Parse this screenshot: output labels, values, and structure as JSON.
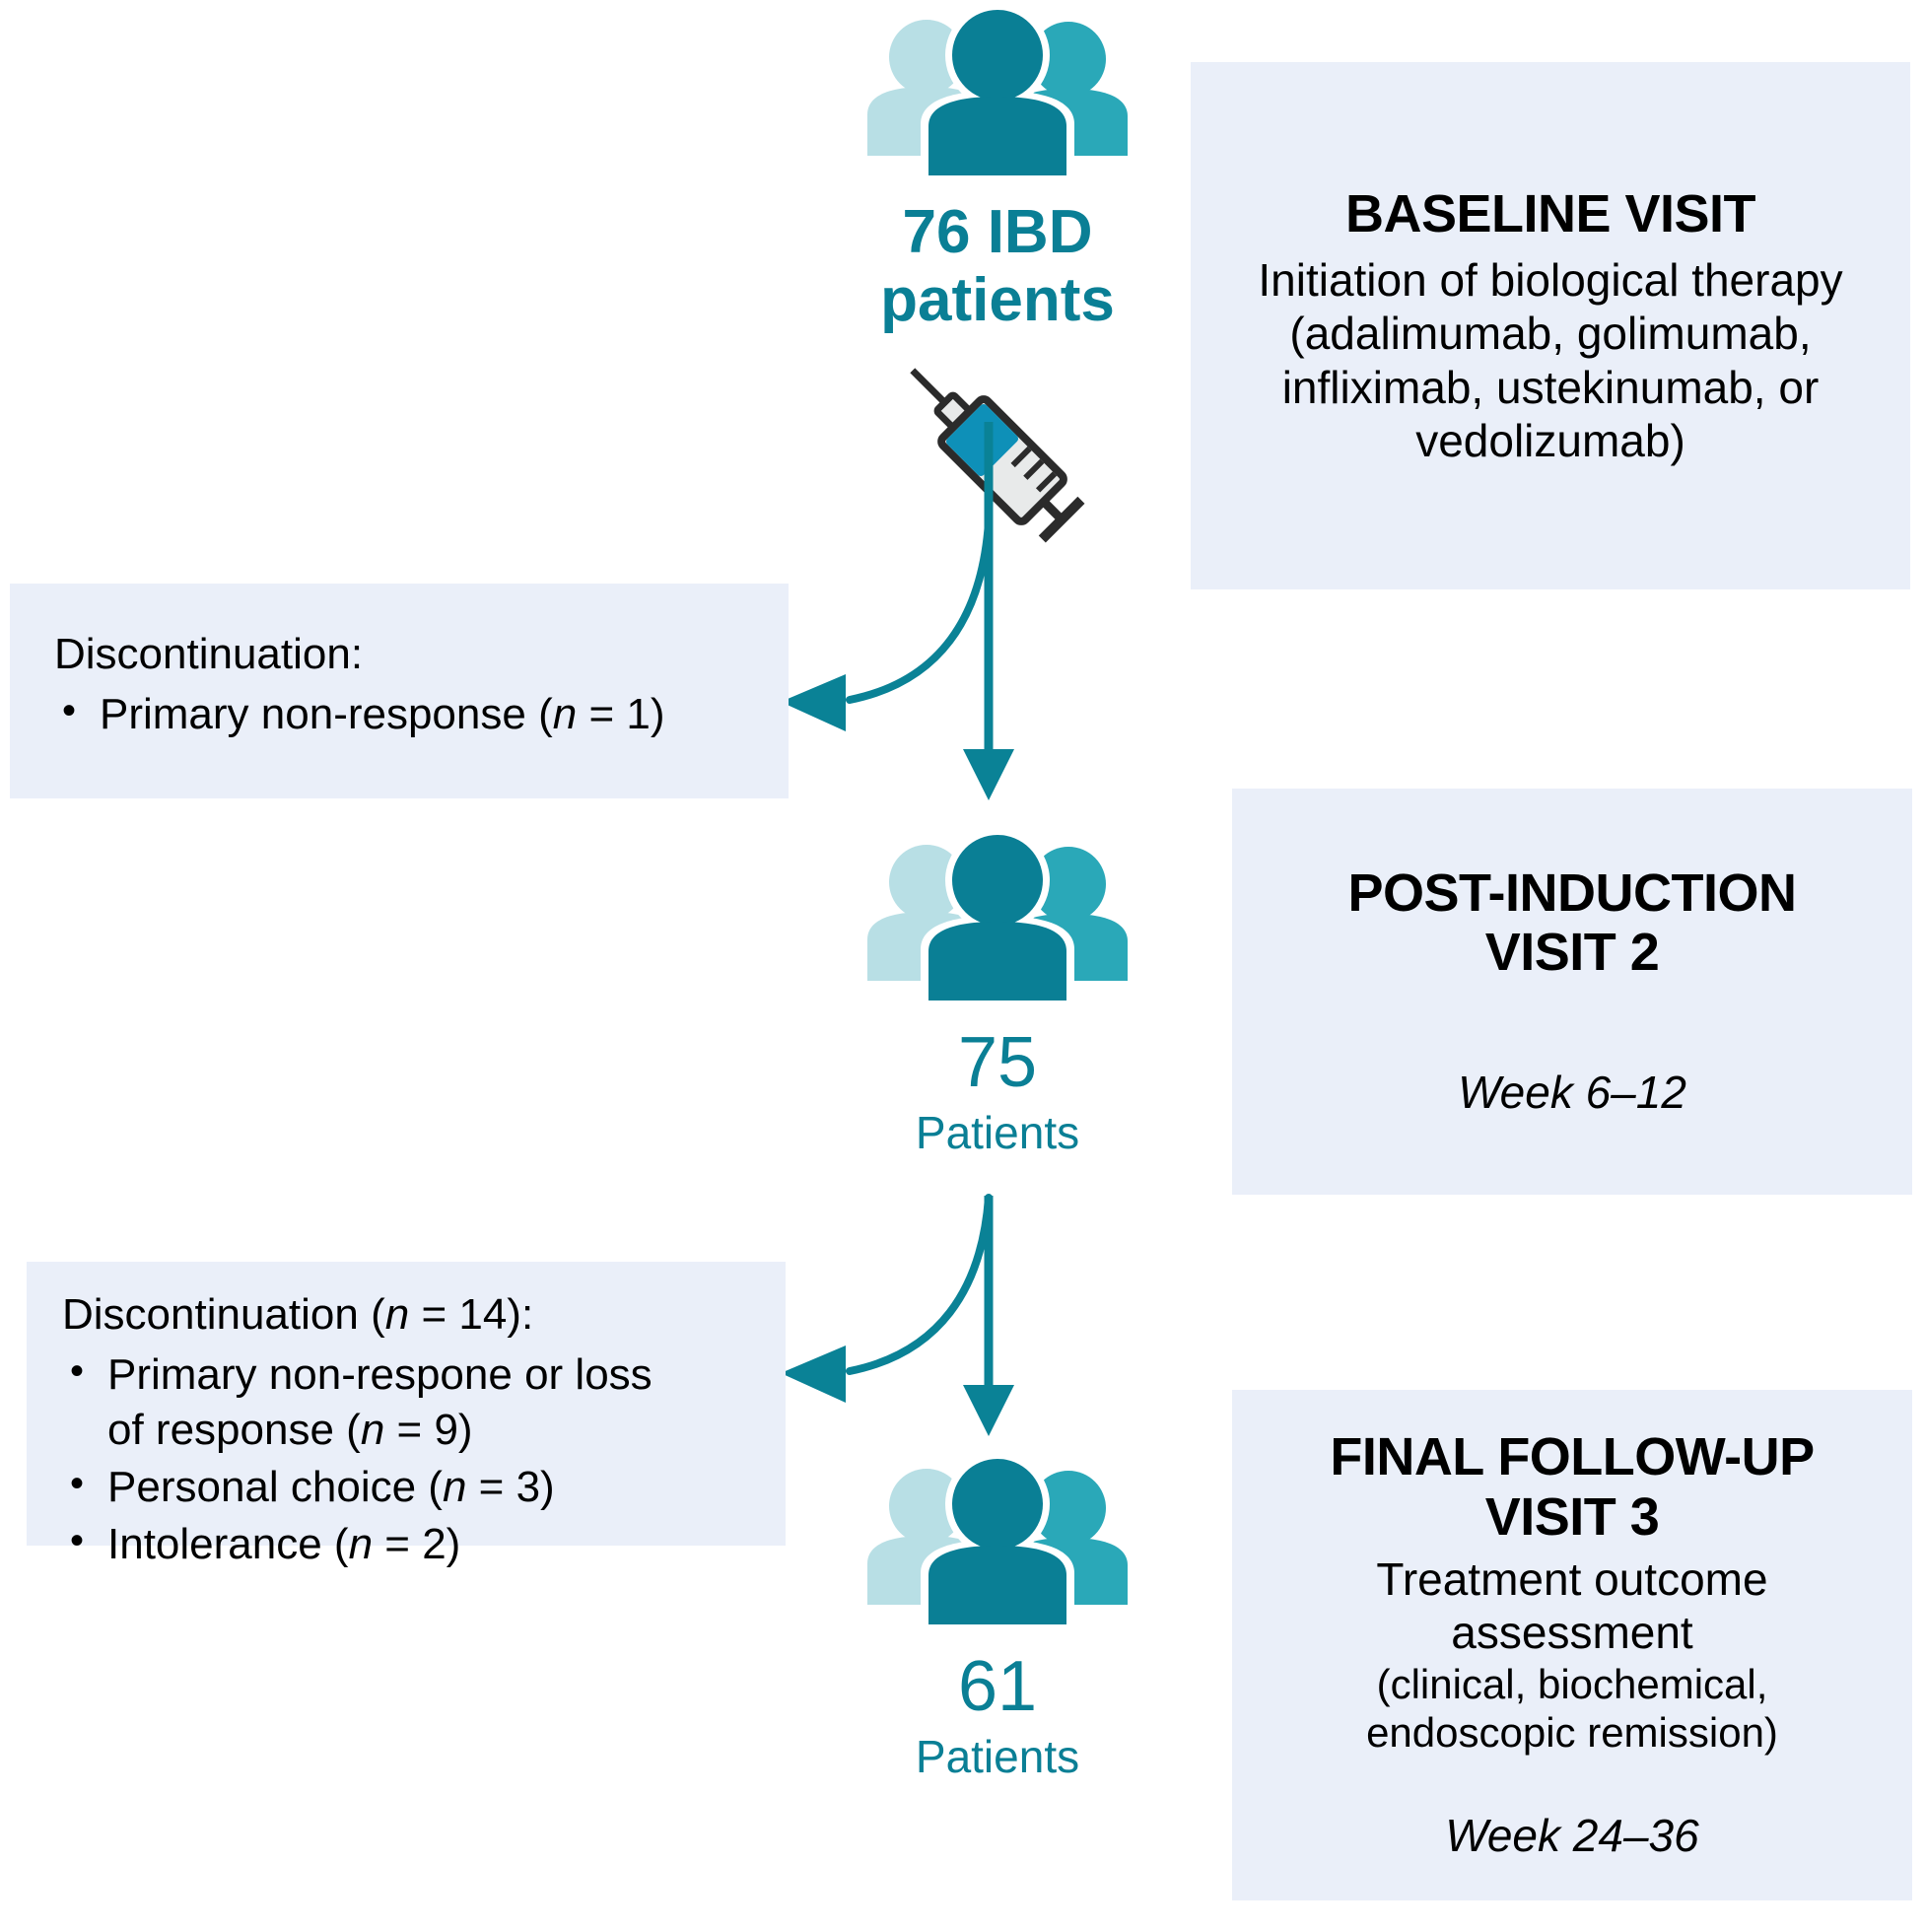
{
  "colors": {
    "panel_bg": "#eaeff9",
    "teal_dark": "#0a7f95",
    "teal_mid": "#2aa8b8",
    "teal_light": "#b8dfe5",
    "arrow": "#0a8296",
    "text": "#000000",
    "syringe_fill": "#0e90b8",
    "syringe_body": "#e8eaea",
    "syringe_outline": "#2b2b2b"
  },
  "nodes": {
    "top": {
      "icon": "people-group-icon",
      "count": "76 IBD",
      "label": "patients"
    },
    "middle": {
      "icon": "people-group-icon",
      "count": "75",
      "label": "Patients"
    },
    "bottom": {
      "icon": "people-group-icon",
      "count": "61",
      "label": "Patients"
    }
  },
  "visits": {
    "baseline": {
      "title": "BASELINE VISIT",
      "line1": "Initiation of biological therapy",
      "line2": "(adalimumab, golimumab,",
      "line3": "infliximab, ustekinumab, or",
      "line4": "vedolizumab)"
    },
    "post_induction": {
      "title_line1": "POST-INDUCTION",
      "title_line2": "VISIT 2",
      "week": "Week 6–12"
    },
    "final_followup": {
      "title_line1": "FINAL FOLLOW-UP",
      "title_line2": "VISIT 3",
      "sub_line1": "Treatment outcome",
      "sub_line2": "assessment",
      "sub_line3": "(clinical, biochemical,",
      "sub_line4": "endoscopic remission)",
      "week": "Week 24–36"
    }
  },
  "discontinuations": {
    "first": {
      "heading": "Discontinuation:",
      "items": [
        {
          "text_before": "Primary non-response (",
          "italic": "n",
          "text_after": " = 1)"
        }
      ]
    },
    "second": {
      "heading_before": "Discontinuation (",
      "heading_italic": "n",
      "heading_after": " = 14):",
      "items": [
        {
          "line1": "Primary non-respone or loss",
          "line2_before": "of response (",
          "italic": "n",
          "line2_after": " = 9)"
        },
        {
          "line1": "",
          "line2_before": "Personal choice (",
          "italic": "n",
          "line2_after": " = 3)"
        },
        {
          "line1": "",
          "line2_before": "Intolerance (",
          "italic": "n",
          "line2_after": " = 2)"
        }
      ]
    }
  },
  "connectors": {
    "syringe": "syringe-icon",
    "arrow_down_1": "arrow-down",
    "arrow_down_2": "arrow-down",
    "arrow_curve_1": "curved-arrow-left",
    "arrow_curve_2": "curved-arrow-left"
  }
}
